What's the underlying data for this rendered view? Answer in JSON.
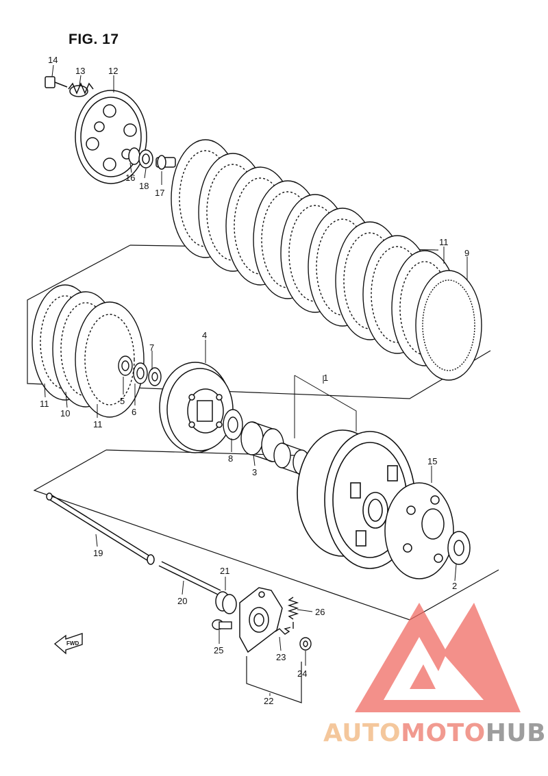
{
  "figure": {
    "title": "FIG. 17"
  },
  "callouts": [
    {
      "id": "c1",
      "text": "1"
    },
    {
      "id": "c2",
      "text": "2"
    },
    {
      "id": "c3",
      "text": "3"
    },
    {
      "id": "c4",
      "text": "4"
    },
    {
      "id": "c5",
      "text": "5"
    },
    {
      "id": "c6",
      "text": "6"
    },
    {
      "id": "c7",
      "text": "7"
    },
    {
      "id": "c8",
      "text": "8"
    },
    {
      "id": "c9",
      "text": "9"
    },
    {
      "id": "c10",
      "text": "10"
    },
    {
      "id": "c11a",
      "text": "11"
    },
    {
      "id": "c11b",
      "text": "11"
    },
    {
      "id": "c11c",
      "text": "11"
    },
    {
      "id": "c12",
      "text": "12"
    },
    {
      "id": "c13",
      "text": "13"
    },
    {
      "id": "c14",
      "text": "14"
    },
    {
      "id": "c15",
      "text": "15"
    },
    {
      "id": "c16",
      "text": "16"
    },
    {
      "id": "c17",
      "text": "17"
    },
    {
      "id": "c18",
      "text": "18"
    },
    {
      "id": "c19",
      "text": "19"
    },
    {
      "id": "c20",
      "text": "20"
    },
    {
      "id": "c21",
      "text": "21"
    },
    {
      "id": "c22",
      "text": "22"
    },
    {
      "id": "c23",
      "text": "23"
    },
    {
      "id": "c24",
      "text": "24"
    },
    {
      "id": "c25",
      "text": "25"
    },
    {
      "id": "c26",
      "text": "26"
    }
  ],
  "fwd_arrow": {
    "label": "FWD"
  },
  "watermark": {
    "part1": "AUTO",
    "part2": "MOTO",
    "part3": "HUB",
    "logo_color": "#f06b63"
  }
}
